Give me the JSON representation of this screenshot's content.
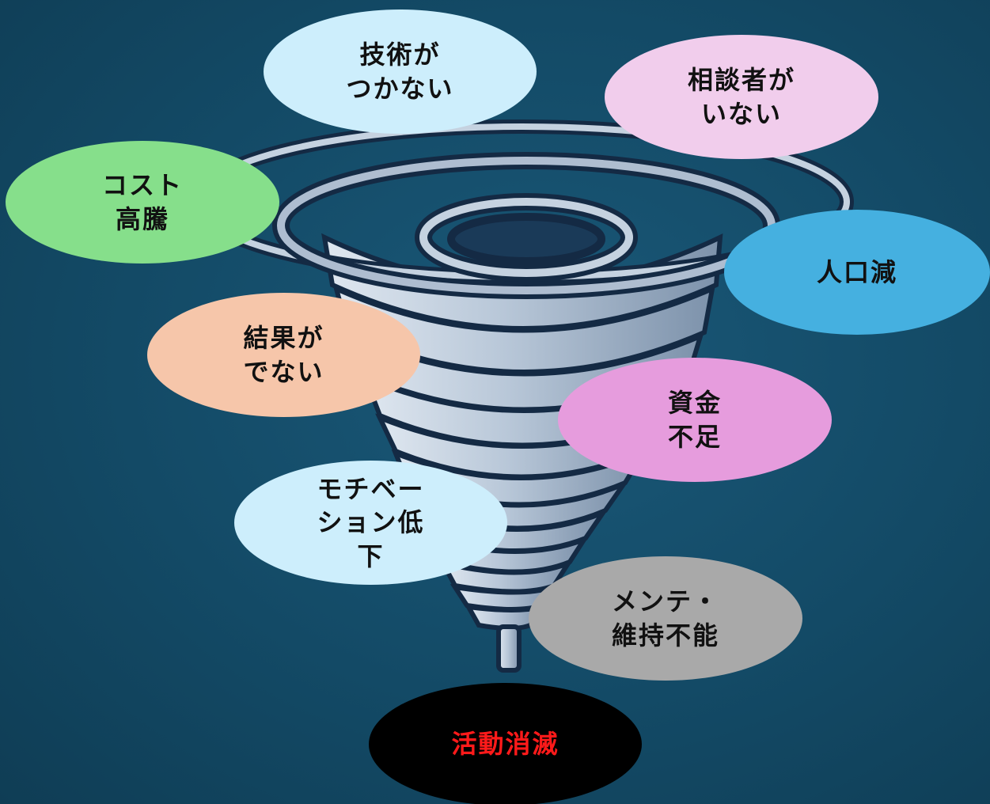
{
  "colors": {
    "background": "#134a66",
    "tornado_fill": "#c5d2e0",
    "tornado_outline": "#142a44",
    "final_text": "#ff1a1a"
  },
  "bubbles": {
    "technique": {
      "text": "技術が\nつかない",
      "color": "#cdeefc"
    },
    "advisor": {
      "text": "相談者が\nいない",
      "color": "#f1cdec"
    },
    "cost": {
      "text": "コスト\n高騰",
      "color": "#86df8b"
    },
    "population": {
      "text": "人口減",
      "color": "#45b0e0"
    },
    "results": {
      "text": "結果が\nでない",
      "color": "#f6c6aa"
    },
    "funds": {
      "text": "資金\n不足",
      "color": "#e69cdd"
    },
    "motivation": {
      "text": "モチベー\nション低\n下",
      "color": "#cdeefc"
    },
    "maintenance": {
      "text": "メンテ・\n維持不能",
      "color": "#a9a9a9"
    },
    "extinction": {
      "text": "活動消滅",
      "color": "#000000"
    }
  }
}
